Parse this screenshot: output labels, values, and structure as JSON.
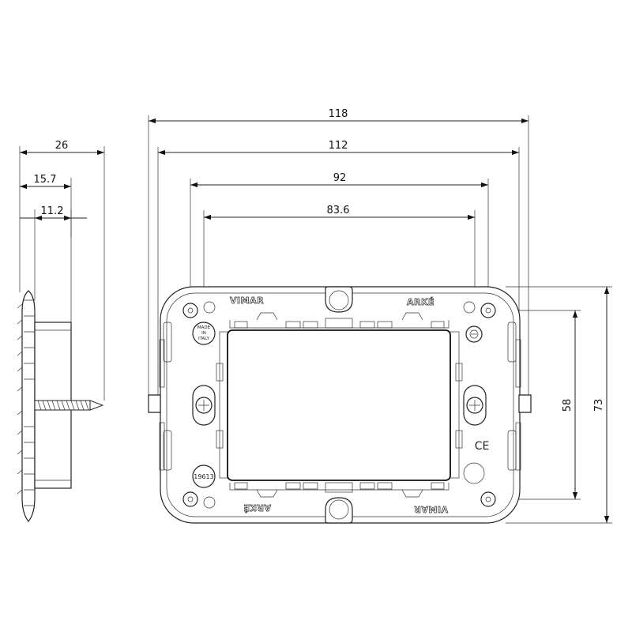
{
  "dimensions": {
    "side_total_depth": "26",
    "side_depth_mid": "15.7",
    "side_depth_inner": "11.2",
    "overall_width": "118",
    "outer_hole_spacing": "112",
    "inner_hole_spacing": "92",
    "module_opening_width": "83.6",
    "inner_height": "58",
    "overall_height": "73"
  },
  "plate_markings": {
    "brand_top": "VIMAR",
    "series_top": "ARKÉ",
    "brand_bottom": "VIMAR",
    "series_bottom": "ARKÉ",
    "origin_line1": "MADE",
    "origin_line2": "IN",
    "origin_line3": "ITALY",
    "part_number": "19613",
    "certification": "CE"
  }
}
